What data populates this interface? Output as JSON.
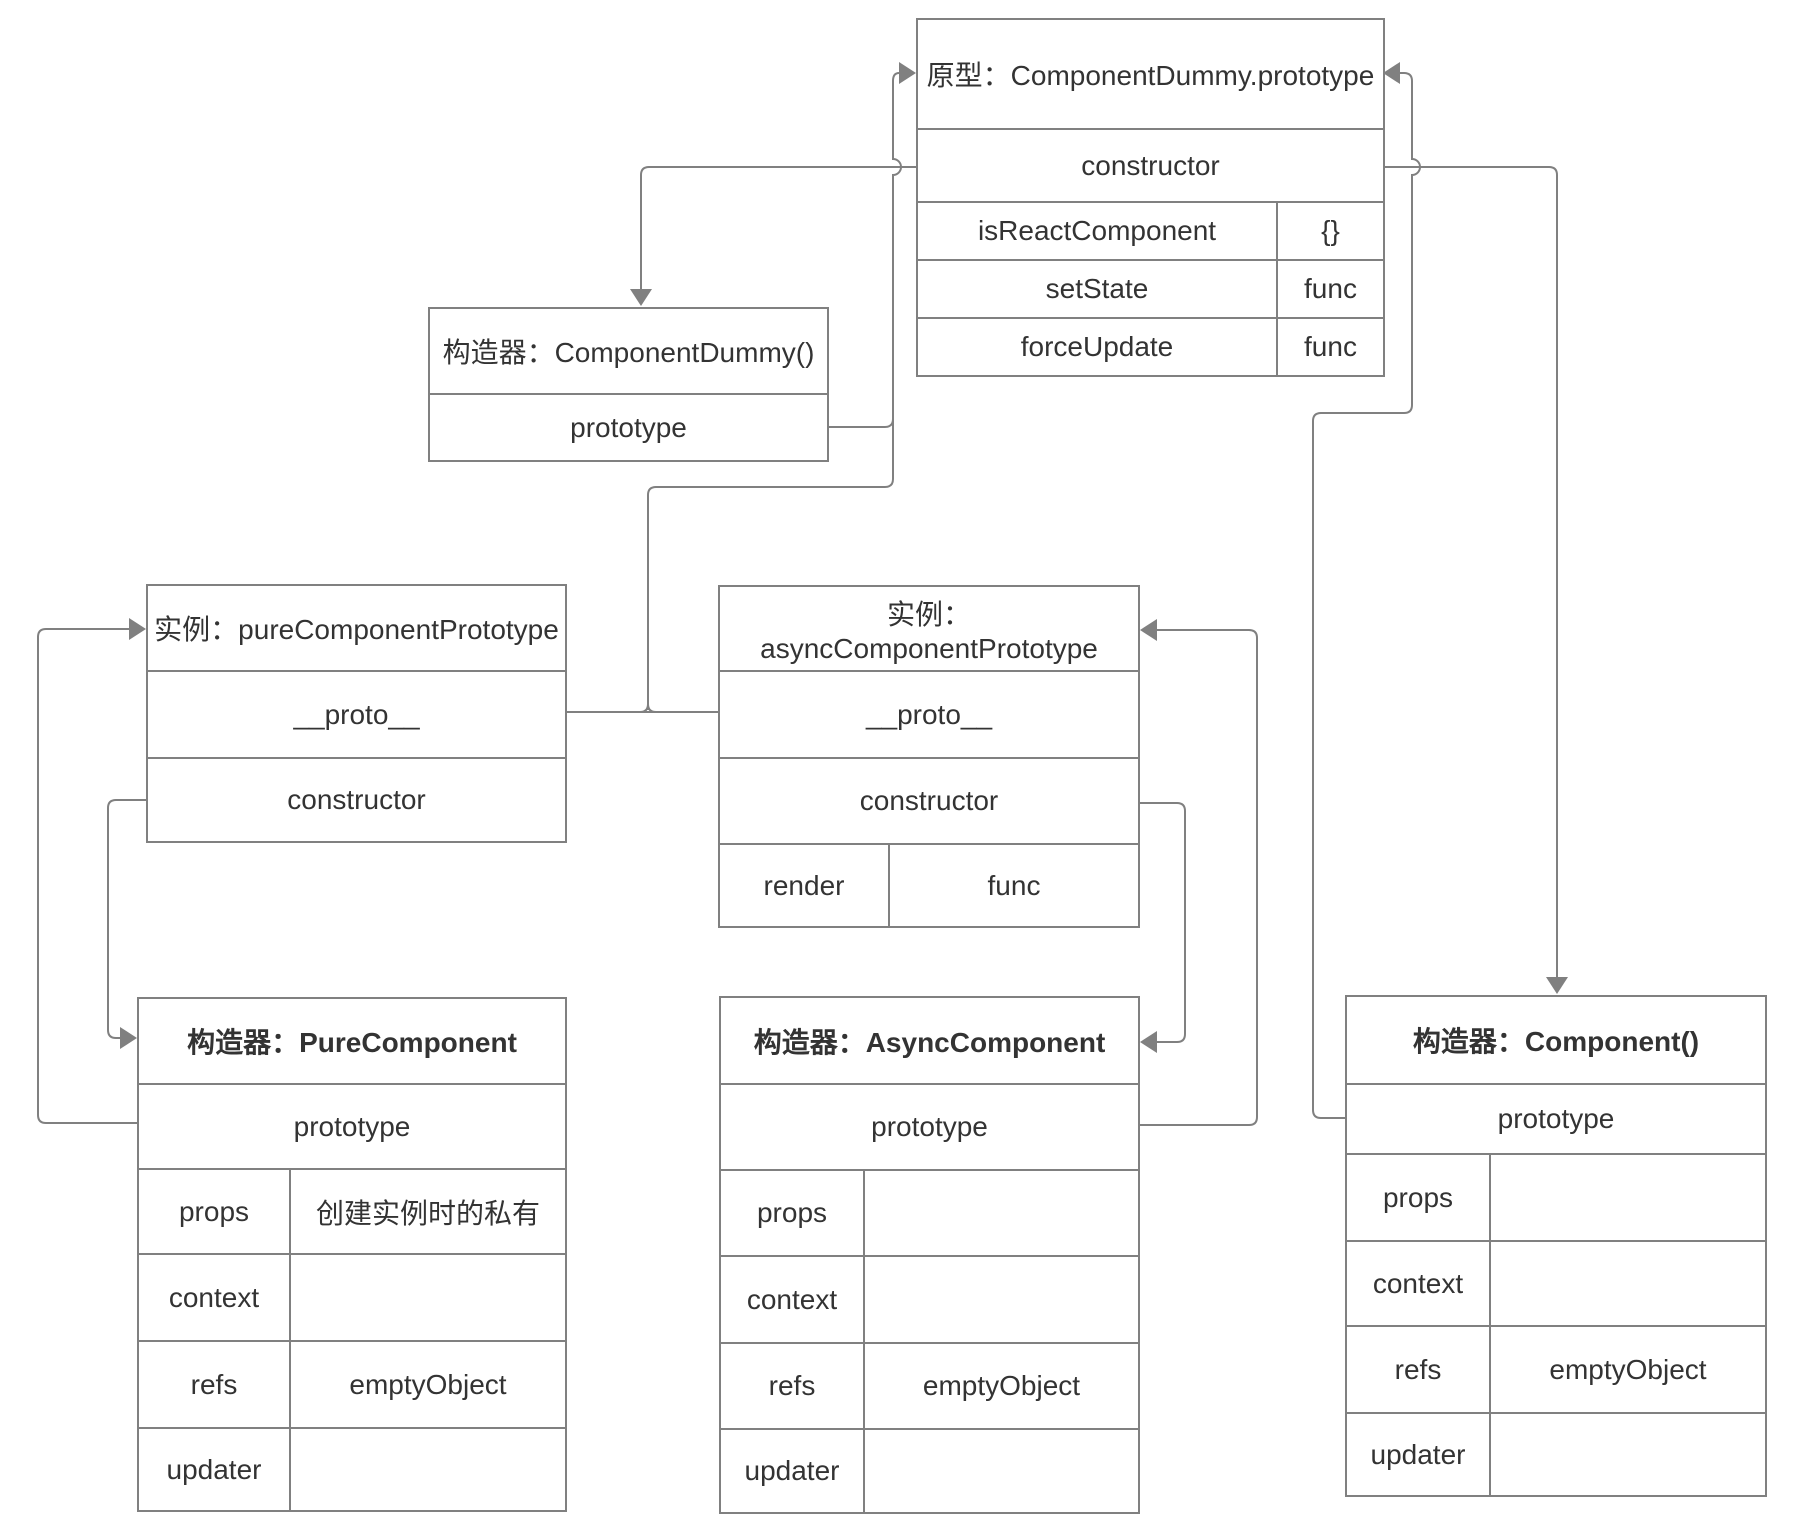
{
  "colors": {
    "line": "#808080",
    "text": "#333333",
    "background": "#ffffff"
  },
  "boxes": {
    "protoDummy": {
      "title": "原型：ComponentDummy.prototype",
      "rows": [
        {
          "label": "constructor"
        },
        {
          "key": "isReactComponent",
          "value": "{}"
        },
        {
          "key": "setState",
          "value": "func"
        },
        {
          "key": "forceUpdate",
          "value": "func"
        }
      ]
    },
    "ctorDummy": {
      "title": "构造器：ComponentDummy()",
      "rows": [
        {
          "label": "prototype"
        }
      ]
    },
    "instPure": {
      "title": "实例：pureComponentPrototype",
      "rows": [
        {
          "label": "__proto__"
        },
        {
          "label": "constructor"
        }
      ]
    },
    "instAsync": {
      "title": "实例：asyncComponentPrototype",
      "rows": [
        {
          "label": "__proto__"
        },
        {
          "label": "constructor"
        },
        {
          "key": "render",
          "value": "func"
        }
      ]
    },
    "ctorPure": {
      "title": "构造器：PureComponent",
      "rows": [
        {
          "label": "prototype"
        },
        {
          "key": "props",
          "value": "创建实例时的私有"
        },
        {
          "key": "context",
          "value": ""
        },
        {
          "key": "refs",
          "value": "emptyObject"
        },
        {
          "key": "updater",
          "value": ""
        }
      ]
    },
    "ctorAsync": {
      "title": "构造器：AsyncComponent",
      "rows": [
        {
          "label": "prototype"
        },
        {
          "key": "props",
          "value": ""
        },
        {
          "key": "context",
          "value": ""
        },
        {
          "key": "refs",
          "value": "emptyObject"
        },
        {
          "key": "updater",
          "value": ""
        }
      ]
    },
    "ctorComponent": {
      "title": "构造器：Component()",
      "rows": [
        {
          "label": "prototype"
        },
        {
          "key": "props",
          "value": ""
        },
        {
          "key": "context",
          "value": ""
        },
        {
          "key": "refs",
          "value": "emptyObject"
        },
        {
          "key": "updater",
          "value": ""
        }
      ]
    }
  },
  "connections": [
    {
      "from": "ComponentDummy.prototype constructor row (left)",
      "to": "构造器 ComponentDummy() (top)"
    },
    {
      "from": "ComponentDummy() prototype row",
      "to": "原型 ComponentDummy.prototype (left, title)"
    },
    {
      "from": "pureComponentPrototype __proto__ + asyncComponentPrototype __proto__",
      "to": "原型 ComponentDummy.prototype (left, title)"
    },
    {
      "from": "Component() prototype row",
      "to": "原型 ComponentDummy.prototype (right, title)"
    },
    {
      "from": "ComponentDummy.prototype constructor row (right)",
      "to": "构造器 Component() (top)"
    },
    {
      "from": "PureComponent prototype row",
      "to": "实例 pureComponentPrototype (left, title)"
    },
    {
      "from": "pureComponentPrototype constructor row",
      "to": "构造器 PureComponent (left, title)"
    },
    {
      "from": "asyncComponentPrototype constructor row",
      "to": "构造器 AsyncComponent (right, title)"
    },
    {
      "from": "AsyncComponent prototype row",
      "to": "实例 asyncComponentPrototype (right, title)"
    }
  ]
}
